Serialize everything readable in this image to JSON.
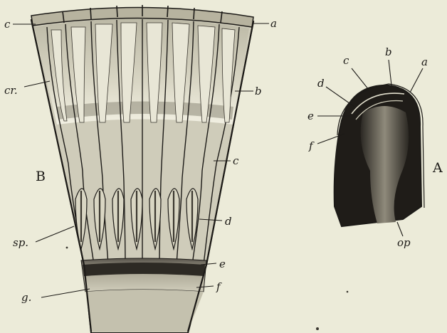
{
  "figure": {
    "panel_B": {
      "caption": "B",
      "labels": {
        "c_top": "c",
        "a": "a",
        "cr": "cr.",
        "b": "b",
        "c_right": "c",
        "sp": "sp.",
        "d": "d",
        "e": "e",
        "g": "g.",
        "f": "f"
      }
    },
    "panel_A": {
      "caption": "A",
      "labels": {
        "c": "c",
        "b": "b",
        "d": "d",
        "a": "a",
        "e": "e",
        "f": "f",
        "op": "op"
      }
    },
    "colors": {
      "paper": "#ecebd9",
      "ink": "#1c1a17",
      "cone_fill": "#d8d6c6",
      "pigment": "#2d2a24",
      "base": "#c4c1ae"
    }
  }
}
